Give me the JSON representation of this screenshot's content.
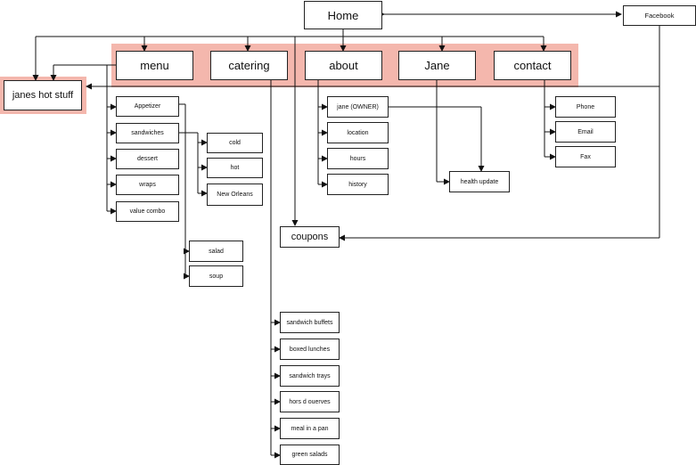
{
  "nodes": {
    "home": "Home",
    "facebook": "Facebook",
    "menu": "menu",
    "catering": "catering",
    "about": "about",
    "jane": "Jane",
    "contact": "contact",
    "janes_hot_stuff": "janes hot stuff",
    "coupons": "coupons",
    "health_update": "health update",
    "menu_items": [
      "Appetizer",
      "sandwiches",
      "dessert",
      "wraps",
      "value combo"
    ],
    "sandwich_types": [
      "cold",
      "hot",
      "New Orleans"
    ],
    "combo_items": [
      "salad",
      "soup"
    ],
    "catering_items": [
      "sandwich buffets",
      "boxed lunches",
      "sandwich trays",
      "hors d ouerves",
      "meal in a pan",
      "green salads"
    ],
    "about_items": [
      "jane (OWNER)",
      "location",
      "hours",
      "history"
    ],
    "contact_items": [
      "Phone",
      "Email",
      "Fax"
    ]
  },
  "colors": {
    "highlight": "#f4b7ad",
    "line": "#111111",
    "box_border": "#222222"
  }
}
